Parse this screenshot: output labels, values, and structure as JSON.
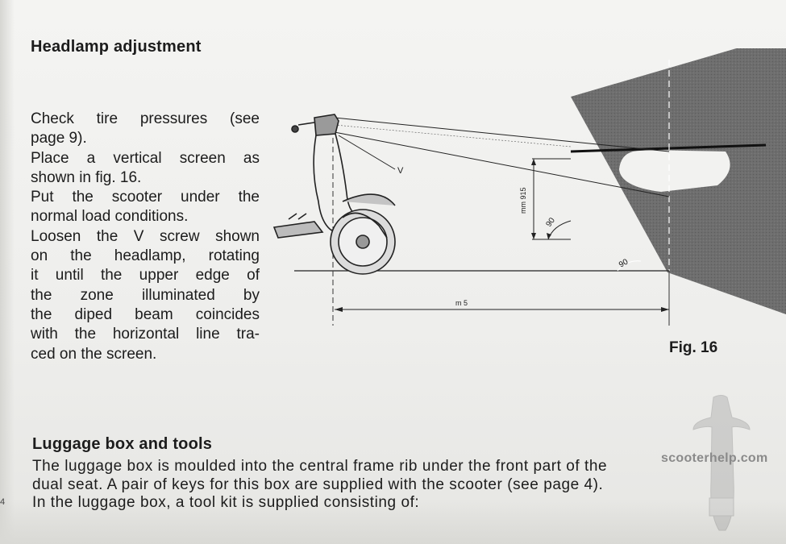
{
  "section1": {
    "title": "Headlamp adjustment",
    "lines": [
      "Check tire pressures (see",
      "page 9).",
      "Place a vertical screen as",
      "shown in fig. 16.",
      "Put the scooter under the",
      "normal load conditions.",
      "Loosen the V screw shown",
      "on the headlamp, rotating",
      "it until the upper edge of",
      "the zone illuminated by",
      "the diped beam coincides",
      "with the horizontal line tra-",
      "ced on the screen."
    ]
  },
  "figure": {
    "caption": "Fig. 16",
    "label_v": "V",
    "label_height": "mm 915",
    "label_distance": "m 5",
    "label_angle_screen": "90",
    "label_angle_ground": "90"
  },
  "section2": {
    "title": "Luggage box and tools",
    "lines": [
      "The luggage box is moulded into the central frame rib under the front part of the",
      "dual seat. A pair of keys for this box are supplied with the scooter (see page 4).",
      "In the luggage box, a tool kit is supplied consisting of:"
    ]
  },
  "page_number": "4",
  "watermark": "scooterhelp.com",
  "colors": {
    "ink": "#1c1c1c",
    "screen": "#6f6f6f",
    "paper": "#efefed"
  }
}
